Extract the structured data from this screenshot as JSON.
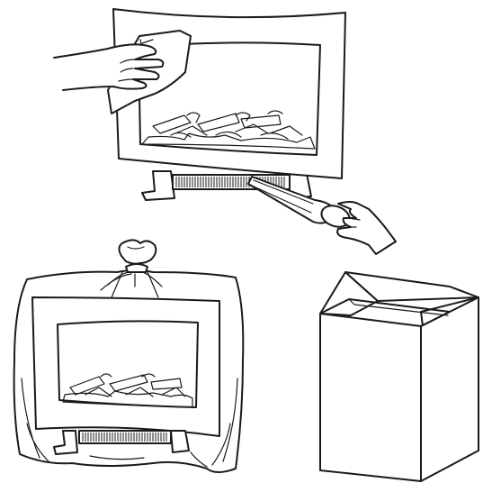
{
  "figure": {
    "panels": [
      {
        "name": "cleaning-fireplace",
        "description_icon": "hand-cloth-and-vacuum-icon"
      },
      {
        "name": "fireplace-wrapped-in-bag",
        "description_icon": "bag-icon"
      },
      {
        "name": "storage-box",
        "description_icon": "box-icon"
      }
    ],
    "colors": {
      "line": "#1a1a1a",
      "background": "#ffffff"
    }
  }
}
